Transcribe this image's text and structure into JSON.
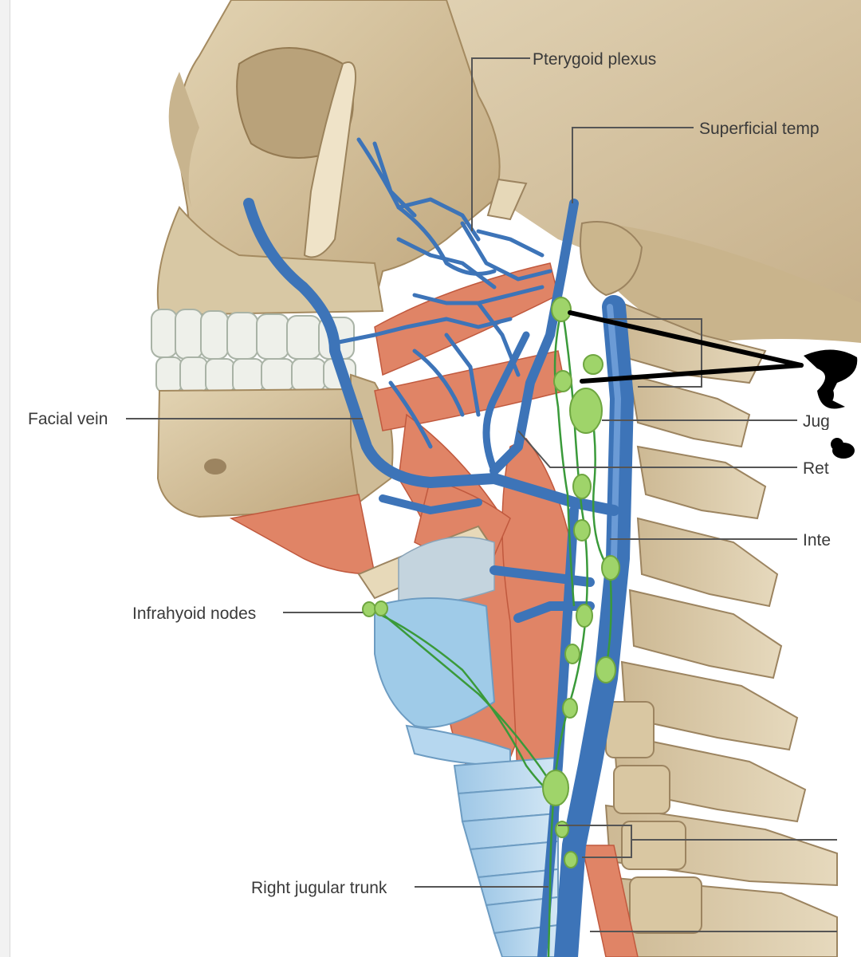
{
  "labels": {
    "pterygoid_plexus": "Pterygoid plexus",
    "superficial_temporal": "Superficial temp",
    "facial_vein": "Facial vein",
    "jugulodigastric": "Jug",
    "retro": "Ret",
    "internal": "Inte",
    "infrahyoid_nodes": "Infrahyoid nodes",
    "right_jugular_trunk": "Right jugular trunk"
  },
  "colors": {
    "bone": "#d6c5a2",
    "bone_shade": "#b59d74",
    "vein": "#3d74b8",
    "vein_light": "#6b9bd6",
    "muscle": "#e08466",
    "lymph": "#9fd46a",
    "lymph_vessel": "#3a9a3a",
    "cartilage": "#9fcbe8",
    "teeth": "#eef0ea",
    "label_line": "#555555",
    "annotation": "#000000"
  }
}
